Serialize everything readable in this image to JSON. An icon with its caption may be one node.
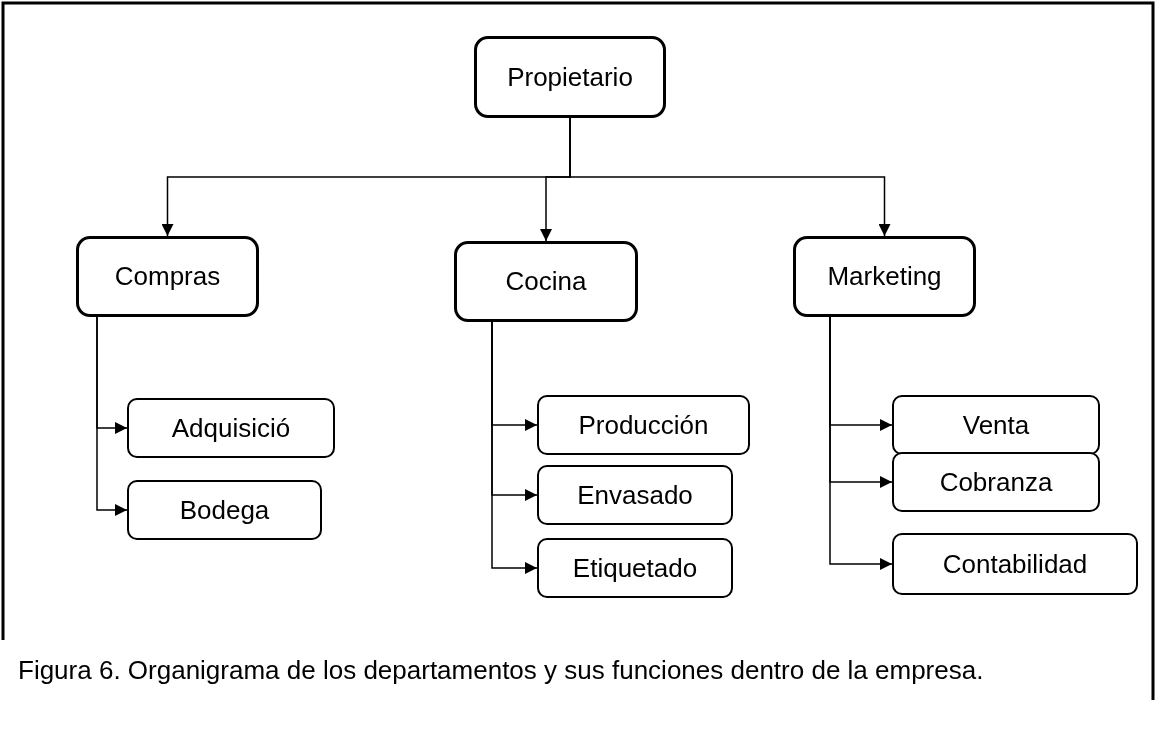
{
  "diagram": {
    "caption": "Figura 6. Organigrama de los departamentos y sus funciones dentro de la empresa.",
    "nodes": [
      {
        "text": [
          "Propietario"
        ]
      },
      {
        "text": [
          "Compras"
        ]
      },
      {
        "text": [
          "Cocina"
        ]
      },
      {
        "text": [
          "Marketing"
        ]
      },
      {
        "text": [
          "Adquisició"
        ]
      },
      {
        "text": [
          "Bodega"
        ]
      },
      {
        "text": [
          "Producción"
        ]
      },
      {
        "text": [
          "Envasado"
        ]
      },
      {
        "text": [
          "Etiquetado"
        ]
      },
      {
        "text": [
          "Venta"
        ]
      },
      {
        "text": [
          "Cobranza"
        ]
      },
      {
        "text": [
          "Contabilidad"
        ]
      }
    ],
    "edges": [
      {
        "from": 0,
        "to": 1,
        "arrow": "to"
      },
      {
        "from": 0,
        "to": 2,
        "arrow": "to"
      },
      {
        "from": 0,
        "to": 3,
        "arrow": "to"
      },
      {
        "from": 1,
        "to": 4,
        "arrow": "to"
      },
      {
        "from": 1,
        "to": 5,
        "arrow": "to"
      },
      {
        "from": 2,
        "to": 6,
        "arrow": "to"
      },
      {
        "from": 2,
        "to": 7,
        "arrow": "to"
      },
      {
        "from": 2,
        "to": 8,
        "arrow": "to"
      },
      {
        "from": 3,
        "to": 9,
        "arrow": "to"
      },
      {
        "from": 3,
        "to": 10,
        "arrow": "to"
      },
      {
        "from": 3,
        "to": 11,
        "arrow": "to"
      }
    ]
  }
}
